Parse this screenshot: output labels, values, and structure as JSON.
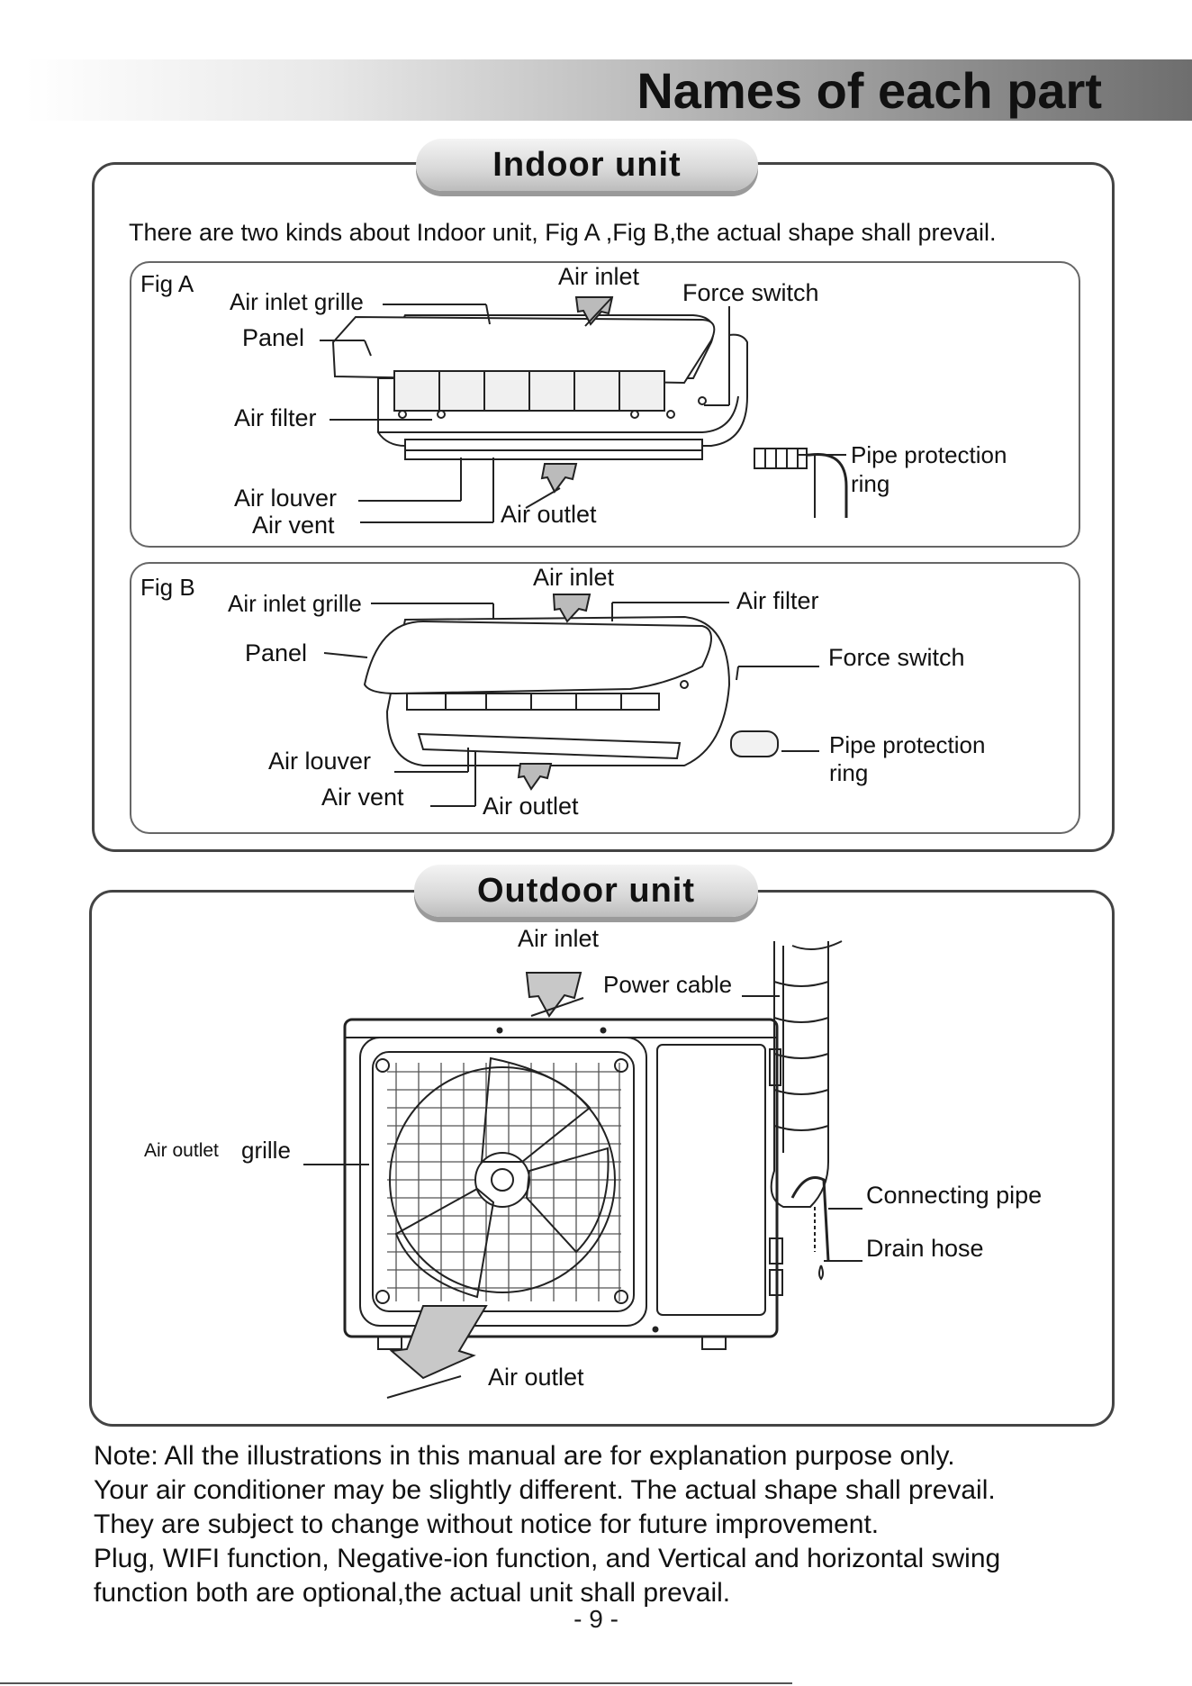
{
  "header": {
    "title": "Names of each part"
  },
  "indoor": {
    "tab_label": "Indoor unit",
    "intro": "There are two kinds about Indoor unit, Fig A ,Fig B,the actual shape shall prevail.",
    "fig_a": {
      "label": "Fig A",
      "air_inlet": "Air inlet",
      "force_switch": "Force switch",
      "air_inlet_grille": "Air inlet grille",
      "panel": "Panel",
      "air_filter": "Air filter",
      "pipe_protection": "Pipe protection",
      "ring": "ring",
      "air_louver": "Air  louver",
      "air_vent": "Air  vent",
      "air_outlet": "Air outlet"
    },
    "fig_b": {
      "label": "Fig B",
      "air_inlet": "Air inlet",
      "air_inlet_grille": "Air inlet grille",
      "air_filter": "Air filter",
      "panel": "Panel",
      "force_switch": "Force switch",
      "pipe_protection": "Pipe protection",
      "ring": "ring",
      "air_louver": "Air  louver",
      "air_vent": "Air  vent",
      "air_outlet": "Air outlet"
    }
  },
  "outdoor": {
    "tab_label": "Outdoor unit",
    "air_inlet": "Air inlet",
    "power_cable": "Power cable",
    "air_outlet_small": "Air outlet",
    "grille": "grille",
    "connecting_pipe": "Connecting pipe",
    "drain_hose": "Drain hose",
    "air_outlet": "Air outlet"
  },
  "notes": [
    "Note: All the illustrations in this manual are for explanation purpose only.",
    "Your air conditioner may be slightly different. The actual shape shall prevail.",
    "They are subject to change without notice for future improvement.",
    "Plug, WIFI function, Negative-ion function, and Vertical and horizontal swing",
    "function both are optional,the actual unit shall prevail."
  ],
  "page_number": "- 9 -"
}
